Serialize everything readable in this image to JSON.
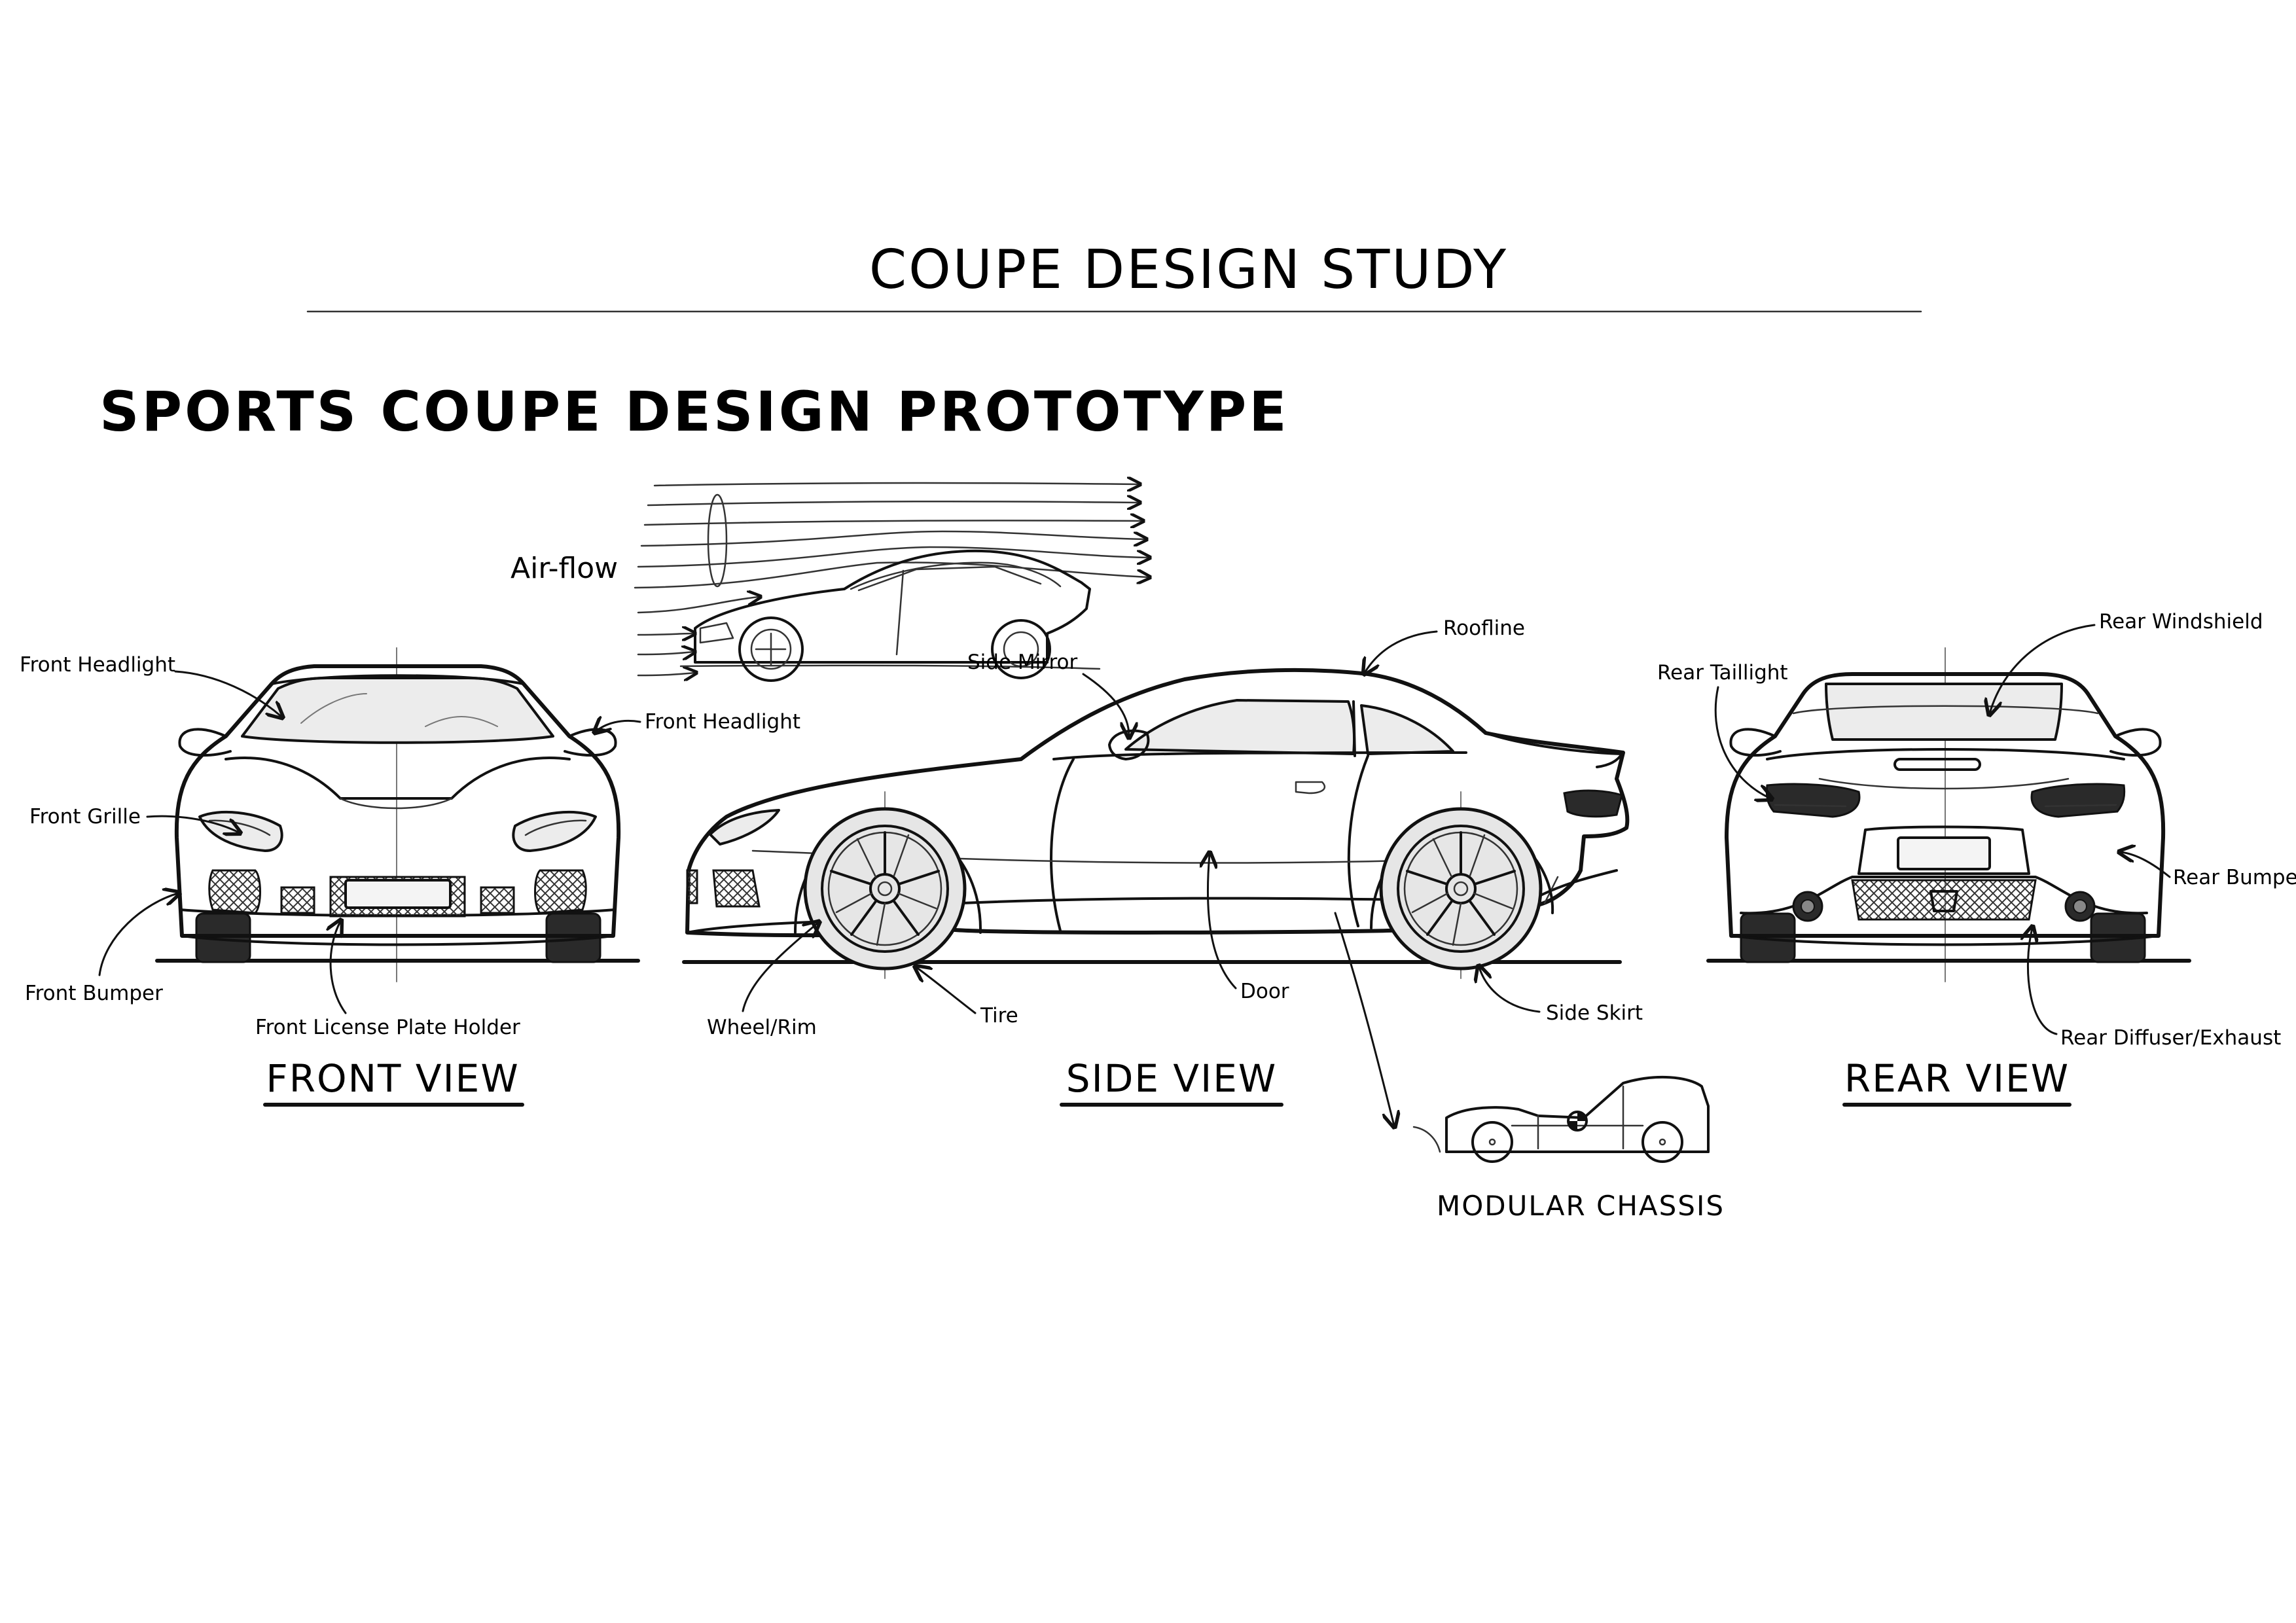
{
  "title": "COUPE DESIGN STUDY",
  "subtitle": "SPORTS COUPE DESIGN PROTOTYPE",
  "airflow": {
    "label": "Air-flow"
  },
  "views": {
    "front": "FRONT VIEW",
    "side": "SIDE VIEW",
    "rear": "REAR VIEW"
  },
  "chassis": {
    "label": "MODULAR CHASSIS"
  },
  "front_labels": {
    "headlight_left": "Front Headlight",
    "headlight_right": "Front Headlight",
    "grille": "Front Grille",
    "bumper": "Front Bumper",
    "license_plate_holder": "Front License Plate Holder"
  },
  "side_labels": {
    "side_mirror": "Side Mirror",
    "roofline": "Roofline",
    "wheel_rim": "Wheel/Rim",
    "tire": "Tire",
    "door": "Door",
    "side_skirt": "Side Skirt"
  },
  "rear_labels": {
    "rear_windshield": "Rear Windshield",
    "rear_taillight": "Rear Taillight",
    "rear_bumper": "Rear Bumper",
    "rear_diffuser_exhaust": "Rear Diffuser/Exhaust"
  }
}
